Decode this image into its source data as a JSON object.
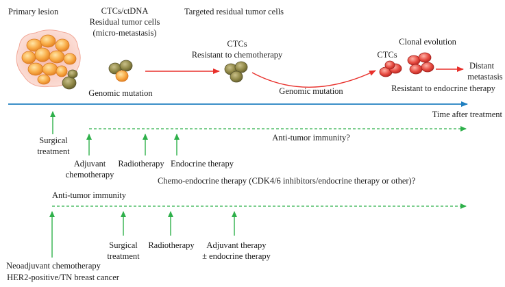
{
  "labels": {
    "primary_lesion": "Primary lesion",
    "ctcs_ctdna": "CTCs/ctDNA",
    "residual_tumor_cells": "Residual tumor cells",
    "micro_metastasis": "(micro-metastasis)",
    "targeted_residual": "Targeted residual tumor cells",
    "genomic_mutation_1": "Genomic mutation",
    "ctcs_resistant": "CTCs",
    "resistant_chemo": "Resistant to chemotherapy",
    "genomic_mutation_2": "Genomic mutation",
    "ctcs_right": "CTCs",
    "clonal_evolution": "Clonal evolution",
    "distant": "Distant",
    "metastasis": "metastasis",
    "resistant_endocrine": "Resistant to endocrine therapy",
    "time_after_treatment": "Time after treatment"
  },
  "upper_track": {
    "surgical_1": "Surgical",
    "surgical_2": "treatment",
    "adjuvant_1": "Adjuvant",
    "adjuvant_2": "chemotherapy",
    "radiotherapy": "Radiotherapy",
    "endocrine": "Endocrine therapy",
    "anti_tumor_immunity_q": "Anti-tumor immunity?",
    "chemo_endocrine": "Chemo-endocrine therapy (CDK4/6 inhibitors/endocrine therapy or other)?"
  },
  "lower_track": {
    "anti_tumor_immunity": "Anti-tumor immunity",
    "surgical_1": "Surgical",
    "surgical_2": "treatment",
    "radiotherapy": "Radiotherapy",
    "adjuvant_1": "Adjuvant therapy",
    "adjuvant_2": "± endocrine therapy",
    "neoadjuvant": "Neoadjuvant chemotherapy",
    "subtype": "HER2-positive/TN breast cancer"
  },
  "colors": {
    "timeline": "#1f7fc0",
    "green_arrow": "#2eb04a",
    "red_arrow": "#e8302b",
    "orange_cell": "#f7a23c",
    "olive_cell": "#8c8445",
    "red_cell": "#e0403c"
  }
}
